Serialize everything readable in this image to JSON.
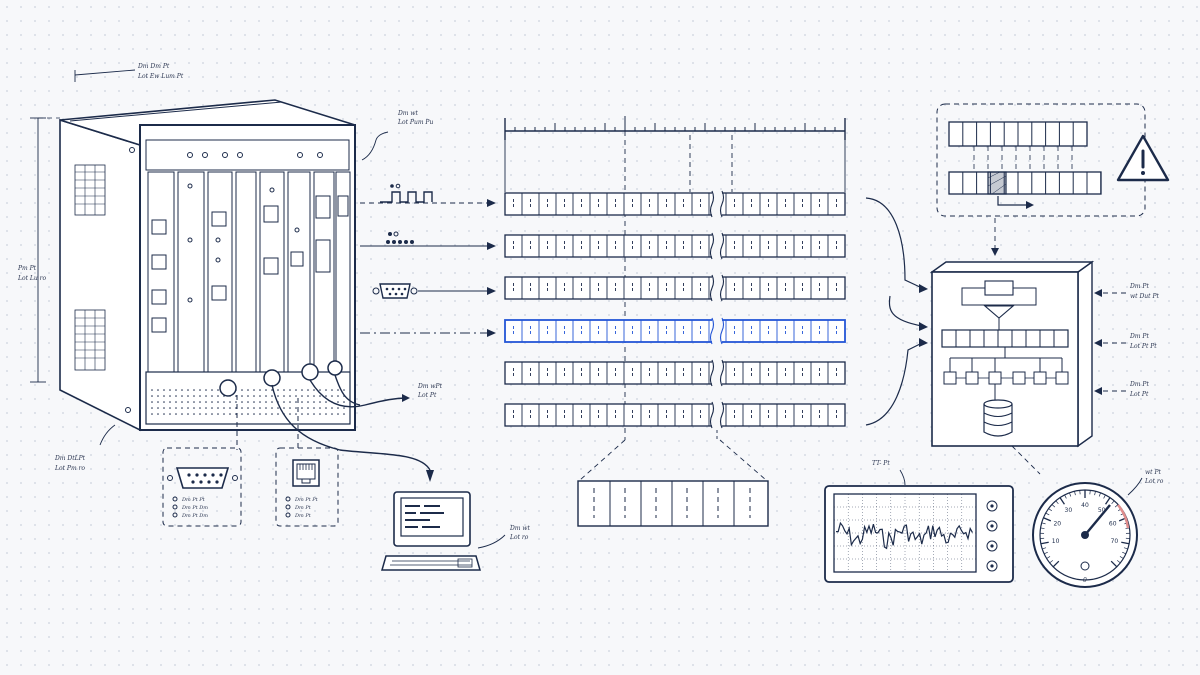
{
  "title": "",
  "annotations": {
    "dim_top": [
      "Dm Dm Pt",
      "Lot Ew Lum Pt"
    ],
    "dim_left": [
      "Pm Pt",
      "Lot Lu ro"
    ],
    "rack_base": [
      "Dm DtLPt",
      "Lot Pm ro"
    ],
    "rack_top_right": [
      "Dm wt",
      "Lot Pum Pu"
    ],
    "cable_note": [
      "Dm wPt",
      "Lot Pt"
    ],
    "terminal_note": [
      "Dm wt",
      "Lot ro"
    ],
    "processor_in_1": [
      "Dm Pt",
      "wt Dut Pt"
    ],
    "processor_in_2": [
      "Dm Pt",
      "Lot Pt Pt"
    ],
    "processor_in_3": [
      "Dm Pt",
      "Lot Pt"
    ],
    "scope_label": "TT- Pt",
    "gauge_note": [
      "wt Pt",
      "Lot ro"
    ],
    "serial_port_lines": [
      "Dm Pt Pt",
      "Dm Pt Dm",
      "Dm Pt Dm"
    ],
    "ethernet_port_lines": [
      "Dm Pt Pt",
      "Dm Pt",
      "Dm Pt"
    ]
  },
  "colors": {
    "ink": "#1c2b4a",
    "highlight": "#2456d6",
    "background": "#f7f8fa",
    "warning_bg": "#ffffff"
  },
  "icons": [
    "warning-icon",
    "square-wave-icon",
    "dot-pattern-icon",
    "db9-connector-icon",
    "serial-port-icon",
    "ethernet-port-icon",
    "database-icon",
    "crt-terminal-icon",
    "oscilloscope-icon",
    "pressure-gauge-icon"
  ],
  "frame_rows": {
    "count": 6,
    "highlighted_row": 4,
    "cells_per_row": 20
  },
  "gauge": {
    "tick_labels": [
      "10",
      "20",
      "30",
      "40",
      "50",
      "60",
      "70"
    ],
    "center_label": "0"
  }
}
